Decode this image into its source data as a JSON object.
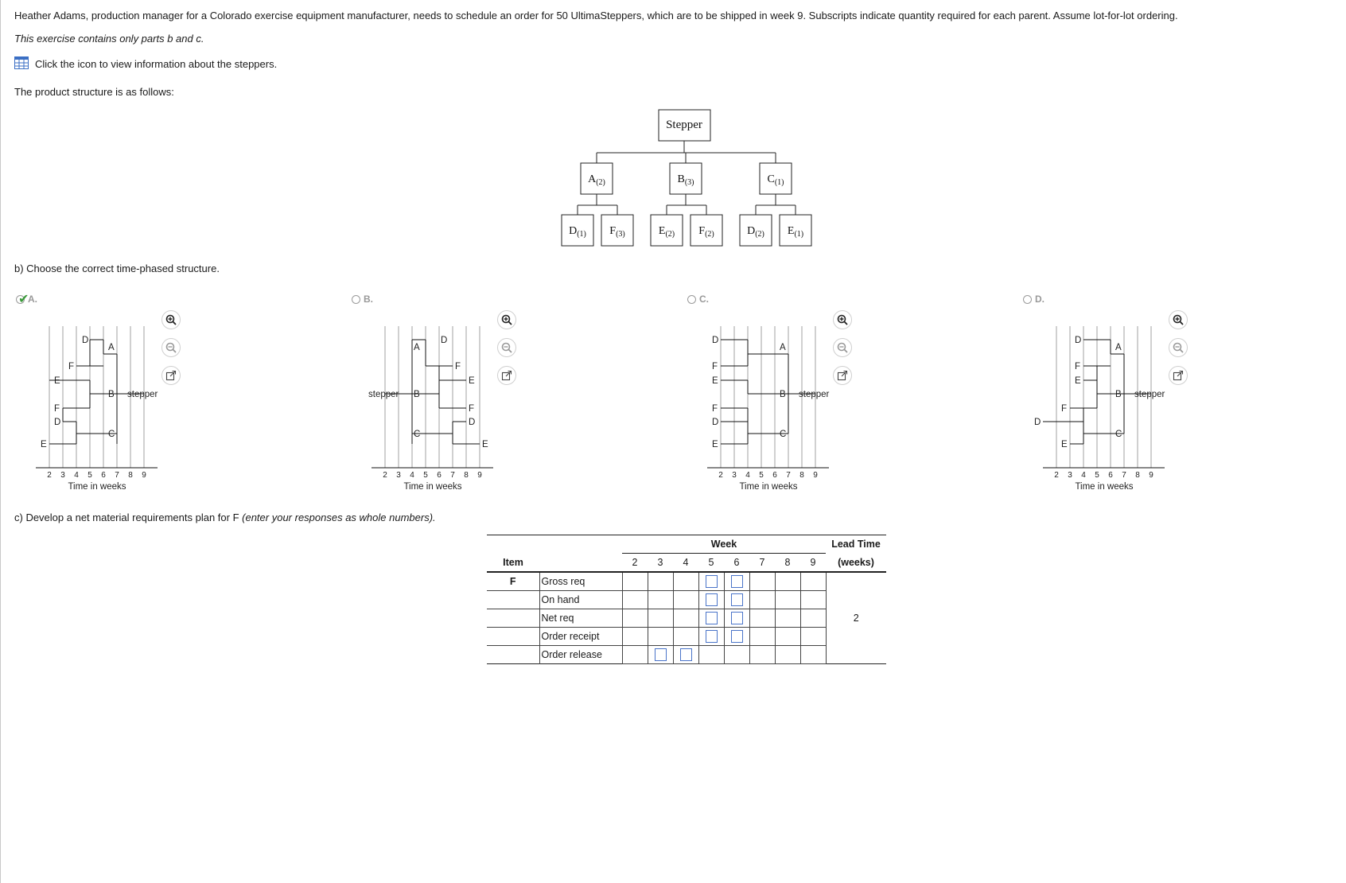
{
  "question": {
    "intro": "Heather Adams, production manager for a Colorado exercise equipment manufacturer, needs to schedule an order for 50 UltimaSteppers, which are to be shipped in week 9. Subscripts indicate quantity required for each parent. Assume lot-for-lot ordering.",
    "note": "This exercise contains only parts b and c.",
    "icon_link": "Click the icon to view information about the steppers.",
    "structure_heading": "The product structure is as follows:",
    "part_b": "b) Choose the correct time-phased structure.",
    "part_c_main": "c) Develop a net material requirements plan for F ",
    "part_c_italic": "(enter your responses as whole numbers)."
  },
  "tree": {
    "root": "Stepper",
    "level1": [
      {
        "letter": "A",
        "qty": "(2)"
      },
      {
        "letter": "B",
        "qty": "(3)"
      },
      {
        "letter": "C",
        "qty": "(1)"
      }
    ],
    "level2": [
      {
        "letter": "D",
        "qty": "(1)"
      },
      {
        "letter": "F",
        "qty": "(3)"
      },
      {
        "letter": "E",
        "qty": "(2)"
      },
      {
        "letter": "F",
        "qty": "(2)"
      },
      {
        "letter": "D",
        "qty": "(2)"
      },
      {
        "letter": "E",
        "qty": "(1)"
      }
    ]
  },
  "choices": [
    {
      "key": "A.",
      "selected": true
    },
    {
      "key": "B.",
      "selected": false
    },
    {
      "key": "C.",
      "selected": false
    },
    {
      "key": "D.",
      "selected": false
    }
  ],
  "axis": {
    "ticks": [
      "2",
      "3",
      "4",
      "5",
      "6",
      "7",
      "8",
      "9"
    ],
    "caption": "Time in weeks"
  },
  "icons": {
    "zoom_in": "zoom-in-icon",
    "zoom_out": "zoom-out-icon",
    "popout": "popout-icon",
    "table": "table-icon"
  },
  "mrp": {
    "week_header": "Week",
    "item_header": "Item",
    "lead_time_header_1": "Lead Time",
    "lead_time_header_2": "(weeks)",
    "weeks": [
      "2",
      "3",
      "4",
      "5",
      "6",
      "7",
      "8",
      "9"
    ],
    "item": "F",
    "lead_time": "2",
    "rows": [
      "Gross req",
      "On hand",
      "Net req",
      "Order receipt",
      "Order release"
    ]
  }
}
